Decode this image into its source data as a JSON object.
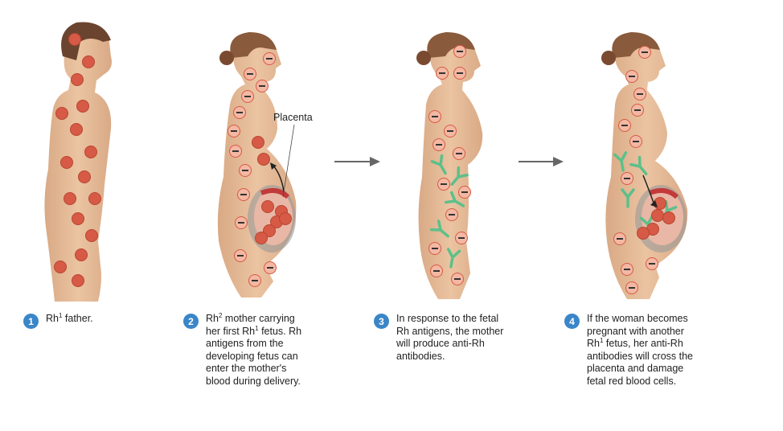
{
  "title": "Rh incompatibility sequence",
  "colors": {
    "badge": "#3a86c8",
    "antigen": "#d65a45",
    "antigen_neg": "#f3b8a3",
    "antibody": "#5cc08a",
    "skin": "#e8bc98",
    "hair": "#7a4a30",
    "arrow": "#666666"
  },
  "labels": {
    "placenta": "Placenta"
  },
  "steps": [
    {
      "number": "1",
      "text_pre": "Rh",
      "sup": "1",
      "text_post": " father."
    },
    {
      "number": "2",
      "line1_pre": "Rh",
      "line1_sup": "2",
      "line1_post": " mother carrying",
      "line2_pre": "her first Rh",
      "line2_sup": "1",
      "line2_post": " fetus. Rh",
      "rest": [
        "antigens from the",
        "developing fetus can",
        "enter the mother's",
        "blood during delivery."
      ]
    },
    {
      "number": "3",
      "lines": [
        "In response to the fetal",
        "Rh antigens, the mother",
        "will produce anti-Rh",
        "antibodies."
      ]
    },
    {
      "number": "4",
      "line1": "If the woman becomes",
      "line2": "pregnant with another",
      "line3_pre": "Rh",
      "line3_sup": "1",
      "line3_post": " fetus, her anti-Rh",
      "rest": [
        "antibodies will cross the",
        "placenta and damage",
        "fetal red blood cells."
      ]
    }
  ],
  "icons": {
    "antigen_positive": "red-circle",
    "antigen_negative": "minus-circle",
    "antibody": "y-shape",
    "flow_arrow": "right-arrow"
  }
}
